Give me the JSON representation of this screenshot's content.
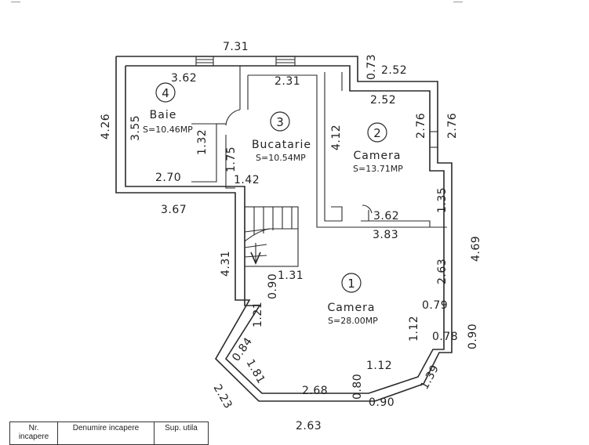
{
  "rooms": [
    {
      "number": "4",
      "name": "Baie",
      "area": "S=10.46MP"
    },
    {
      "number": "3",
      "name": "Bucatarie",
      "area": "S=10.54MP"
    },
    {
      "number": "2",
      "name": "Camera",
      "area": "S=13.71MP"
    },
    {
      "number": "1",
      "name": "Camera",
      "area": "S=28.00MP"
    }
  ],
  "dimensions": {
    "top_total": "7.31",
    "baie_width": "3.62",
    "kitchen_width": "2.31",
    "step_vertical": "0.73",
    "camera2_outer": "2.52",
    "camera2_inner": "2.52",
    "left_height": "4.26",
    "baie_inner_height": "3.55",
    "baie_notch": "1.32",
    "kitchen_left": "1.75",
    "camera2_left": "4.12",
    "camera2_right_inner": "2.76",
    "camera2_right_outer": "2.76",
    "baie_bottom": "2.70",
    "kitchen_bottom": "1.42",
    "outer_bottom_left": "3.67",
    "camera2_bottom_inner": "3.62",
    "camera2_lower_right": "1.35",
    "camera1_top": "3.83",
    "stair_height": "4.31",
    "right_outer_height": "4.69",
    "camera1_right": "2.63",
    "small_090": "0.90",
    "small_131": "1.31",
    "bay_079": "0.79",
    "bay_121": "1.21",
    "bay_112_vertical": "1.12",
    "bay_078": "0.78",
    "right_090": "0.90",
    "bay_084": "0.84",
    "bay_181": "1.81",
    "bay_112_horizontal": "1.12",
    "bay_139": "1.39",
    "bay_223": "2.23",
    "bottom_268": "2.68",
    "bottom_080": "0.80",
    "bottom_090": "0.90",
    "bottom_total": "2.63"
  },
  "legend": {
    "col1": "Nr. incapere",
    "col2": "Denumire incapere",
    "col3": "Sup. utila"
  }
}
